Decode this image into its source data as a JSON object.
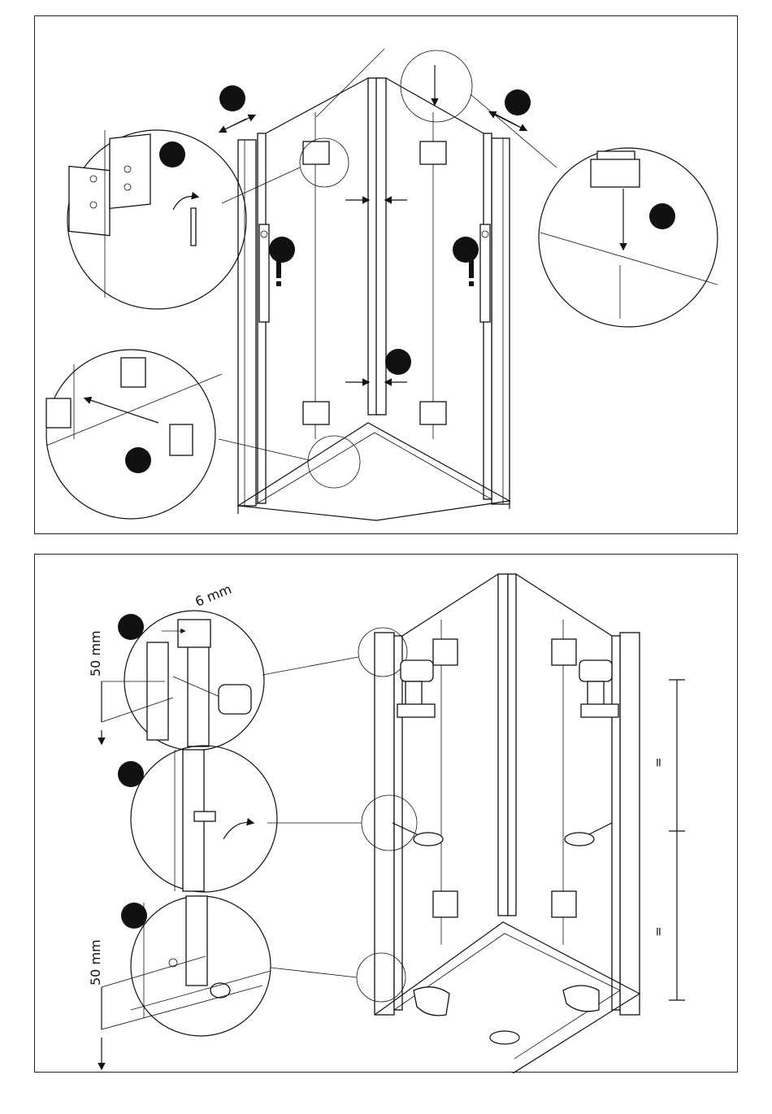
{
  "dimensions": {
    "drill_offset": "6 mm",
    "top_height": "50 mm",
    "bottom_height": "50 mm",
    "equal_mark_upper": "=",
    "equal_mark_lower": "="
  },
  "icons": {
    "step_markers": "black-circle",
    "caution": "exclamation-icon",
    "movement": "double-arrow-icon",
    "push": "arrow-icon",
    "tool": "drill-icon",
    "screwdriver": "screwdriver-icon",
    "hand": "hand-icon"
  },
  "colors": {
    "ink": "#111111",
    "paper": "#ffffff"
  }
}
